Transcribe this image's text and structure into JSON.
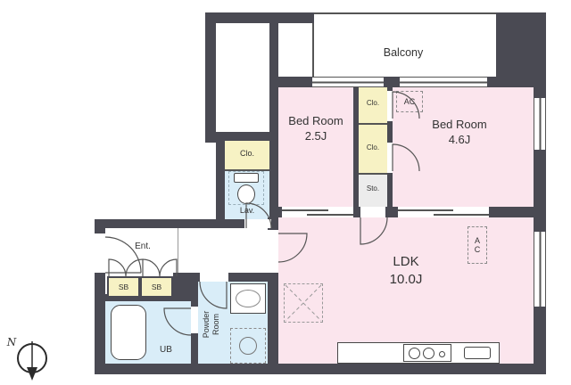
{
  "colors": {
    "wall": "#4a4a53",
    "line": "#555555",
    "text": "#333333",
    "room-pink": "#fbe5ed",
    "room-blue": "#d9edf8",
    "room-yellow": "#f7f2c4",
    "room-gray": "#ececec"
  },
  "plan": {
    "balcony": {
      "label": "Balcony"
    },
    "bedroom_small": {
      "name": "Bed Room",
      "size": "2.5J"
    },
    "bedroom_large": {
      "name": "Bed Room",
      "size": "4.6J"
    },
    "ldk": {
      "name": "LDK",
      "size": "10.0J"
    },
    "entrance": {
      "label": "Ent."
    },
    "lavatory": {
      "label": "Lav."
    },
    "bath": {
      "label": "UB"
    },
    "powder_room": {
      "label": "Powder Room"
    },
    "closet_left": {
      "label": "Clo."
    },
    "closet_top": {
      "label": "Clo."
    },
    "closet_mid": {
      "label": "Clo."
    },
    "storage": {
      "label": "Sto."
    },
    "shoe_box_left": {
      "label": "SB"
    },
    "shoe_box_right": {
      "label": "SB"
    },
    "ac_bedroom": {
      "label": "AC"
    },
    "ac_ldk": {
      "label": "AC"
    },
    "compass_north": {
      "label": "N"
    }
  }
}
